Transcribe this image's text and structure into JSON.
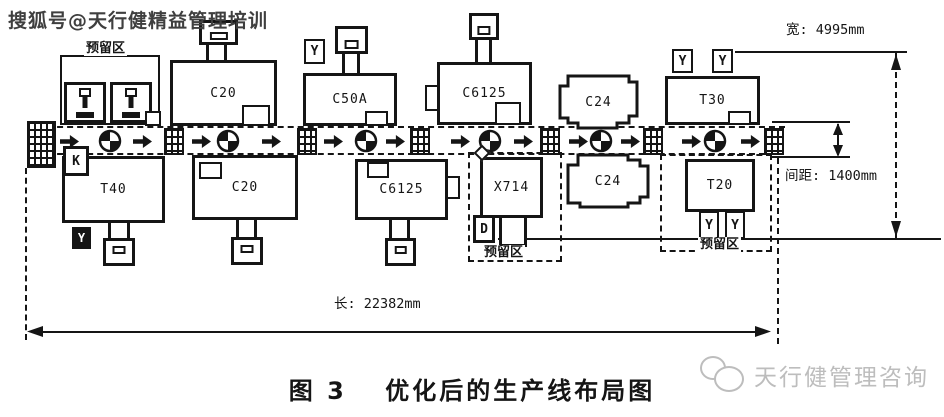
{
  "watermarks": {
    "top_left": "搜狐号@天行健精益管理培训",
    "bottom_right": "天行健管理咨询"
  },
  "caption": "图 3　 优化后的生产线布局图",
  "dimensions": {
    "width": "宽: 4995mm",
    "spacing": "间距: 1400mm",
    "length": "长: 22382mm"
  },
  "reserve_area_label": "预留区",
  "machines": {
    "top_row": [
      {
        "label": "C20"
      },
      {
        "label": "C50A"
      },
      {
        "label": "C6125"
      },
      {
        "label": "C24"
      },
      {
        "label": "T30"
      }
    ],
    "bottom_row": [
      {
        "label": "T40"
      },
      {
        "label": "C20"
      },
      {
        "label": "C6125"
      },
      {
        "label": "X714"
      },
      {
        "label": "C24"
      },
      {
        "label": "T20"
      }
    ]
  },
  "station_tags": {
    "k": "K",
    "d": "D",
    "y": "Y"
  },
  "icons": {
    "transfer_station": "cross-circle-icon",
    "buffer_pallet": "grid-pallet-icon",
    "flow_direction": "arrow-right-icon"
  },
  "colors": {
    "line": "#151515",
    "watermark_dark": "#3f3f3f",
    "watermark_light": "#bdbdbd"
  }
}
